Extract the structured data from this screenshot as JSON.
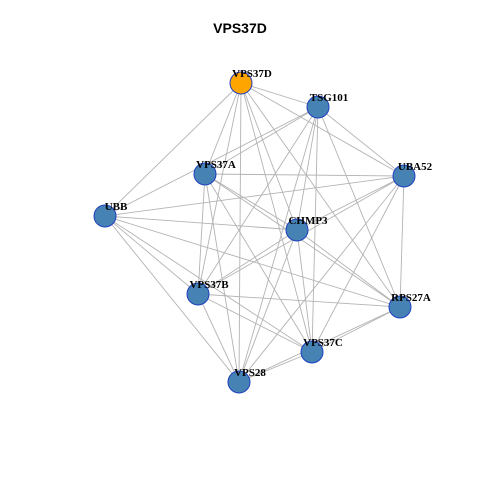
{
  "title": "VPS37D",
  "colors": {
    "default_node": "#4682b4",
    "highlight_node": "#ffa500",
    "node_border": "#1f3fbf",
    "edge": "#b3b3b3"
  },
  "graph": {
    "nodes": [
      {
        "id": "VPS37D",
        "label": "VPS37D",
        "highlight": true
      },
      {
        "id": "TSG101",
        "label": "TSG101",
        "highlight": false
      },
      {
        "id": "VPS37A",
        "label": "VPS37A",
        "highlight": false
      },
      {
        "id": "UBA52",
        "label": "UBA52",
        "highlight": false
      },
      {
        "id": "UBB",
        "label": "UBB",
        "highlight": false
      },
      {
        "id": "CHMP3",
        "label": "CHMP3",
        "highlight": false
      },
      {
        "id": "VPS37B",
        "label": "VPS37B",
        "highlight": false
      },
      {
        "id": "RPS27A",
        "label": "RPS27A",
        "highlight": false
      },
      {
        "id": "VPS37C",
        "label": "VPS37C",
        "highlight": false
      },
      {
        "id": "VPS28",
        "label": "VPS28",
        "highlight": false
      }
    ],
    "edges": [
      [
        "VPS37D",
        "TSG101"
      ],
      [
        "VPS37D",
        "VPS37A"
      ],
      [
        "VPS37D",
        "UBA52"
      ],
      [
        "VPS37D",
        "CHMP3"
      ],
      [
        "VPS37D",
        "VPS37B"
      ],
      [
        "VPS37D",
        "RPS27A"
      ],
      [
        "VPS37D",
        "VPS37C"
      ],
      [
        "VPS37D",
        "VPS28"
      ],
      [
        "VPS37D",
        "UBB"
      ],
      [
        "TSG101",
        "VPS37A"
      ],
      [
        "TSG101",
        "UBA52"
      ],
      [
        "TSG101",
        "UBB"
      ],
      [
        "TSG101",
        "CHMP3"
      ],
      [
        "TSG101",
        "VPS37B"
      ],
      [
        "TSG101",
        "RPS27A"
      ],
      [
        "TSG101",
        "VPS37C"
      ],
      [
        "TSG101",
        "VPS28"
      ],
      [
        "VPS37A",
        "UBA52"
      ],
      [
        "VPS37A",
        "CHMP3"
      ],
      [
        "VPS37A",
        "VPS37B"
      ],
      [
        "VPS37A",
        "RPS27A"
      ],
      [
        "VPS37A",
        "VPS37C"
      ],
      [
        "VPS37A",
        "VPS28"
      ],
      [
        "UBA52",
        "UBB"
      ],
      [
        "UBA52",
        "CHMP3"
      ],
      [
        "UBA52",
        "VPS37B"
      ],
      [
        "UBA52",
        "RPS27A"
      ],
      [
        "UBA52",
        "VPS37C"
      ],
      [
        "UBA52",
        "VPS28"
      ],
      [
        "UBB",
        "CHMP3"
      ],
      [
        "UBB",
        "VPS37B"
      ],
      [
        "UBB",
        "RPS27A"
      ],
      [
        "UBB",
        "VPS37C"
      ],
      [
        "UBB",
        "VPS28"
      ],
      [
        "CHMP3",
        "VPS37B"
      ],
      [
        "CHMP3",
        "RPS27A"
      ],
      [
        "CHMP3",
        "VPS37C"
      ],
      [
        "CHMP3",
        "VPS28"
      ],
      [
        "VPS37B",
        "RPS27A"
      ],
      [
        "VPS37B",
        "VPS37C"
      ],
      [
        "VPS37B",
        "VPS28"
      ],
      [
        "RPS27A",
        "VPS37C"
      ],
      [
        "RPS27A",
        "VPS28"
      ],
      [
        "VPS37C",
        "VPS28"
      ]
    ]
  }
}
